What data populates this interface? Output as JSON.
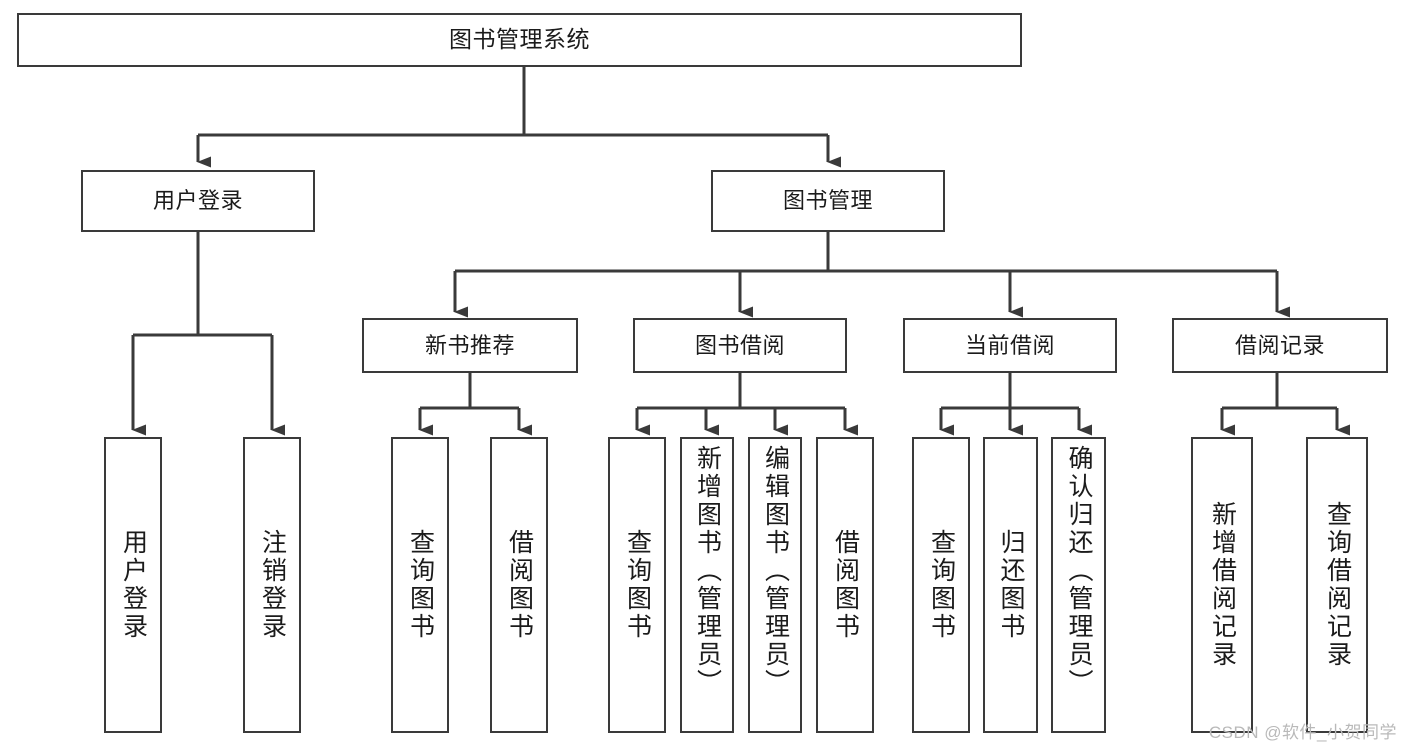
{
  "diagram": {
    "title": "图书管理系统",
    "watermark": "CSDN @软件_小贺同学",
    "line_color": "#3a3a3a",
    "text_color": "#1b1b1b",
    "background": "#ffffff",
    "nodes": {
      "root": {
        "label": "图书管理系统"
      },
      "level2": [
        {
          "label": "用户登录"
        },
        {
          "label": "图书管理"
        }
      ],
      "level3": [
        {
          "label": "新书推荐"
        },
        {
          "label": "图书借阅"
        },
        {
          "label": "当前借阅"
        },
        {
          "label": "借阅记录"
        }
      ],
      "leaves_user_login": [
        {
          "label": "用户登录"
        },
        {
          "label": "注销登录"
        }
      ],
      "leaves_new_book": [
        {
          "label": "查询图书"
        },
        {
          "label": "借阅图书"
        }
      ],
      "leaves_borrow": [
        {
          "label": "查询图书"
        },
        {
          "label": "新增图书（管理员）"
        },
        {
          "label": "编辑图书（管理员）"
        },
        {
          "label": "借阅图书"
        }
      ],
      "leaves_current": [
        {
          "label": "查询图书"
        },
        {
          "label": "归还图书"
        },
        {
          "label": "确认归还（管理员）"
        }
      ],
      "leaves_record": [
        {
          "label": "新增借阅记录"
        },
        {
          "label": "查询借阅记录"
        }
      ]
    }
  }
}
